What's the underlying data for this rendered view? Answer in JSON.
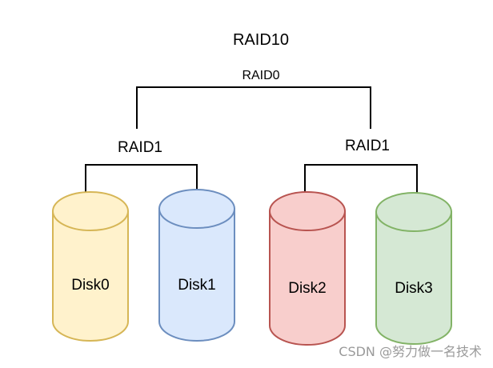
{
  "diagram": {
    "title": "RAID10",
    "top_level_label": "RAID0",
    "mirror_groups": [
      {
        "label": "RAID1"
      },
      {
        "label": "RAID1"
      }
    ],
    "disks": [
      {
        "label": "Disk0",
        "fill": "#fff2cc",
        "stroke": "#d6b656"
      },
      {
        "label": "Disk1",
        "fill": "#dae8fc",
        "stroke": "#6c8ebf"
      },
      {
        "label": "Disk2",
        "fill": "#f8cecc",
        "stroke": "#b85450"
      },
      {
        "label": "Disk3",
        "fill": "#d5e8d4",
        "stroke": "#82b366"
      }
    ],
    "connector_color": "#000000"
  },
  "watermark": {
    "text": "CSDN @努力做一名技术"
  }
}
